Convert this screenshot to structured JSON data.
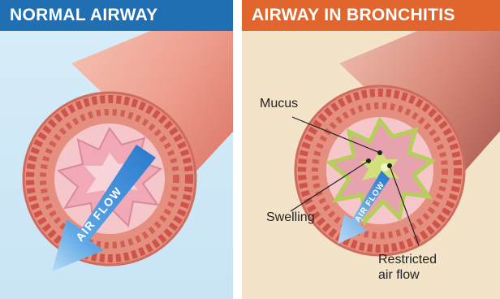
{
  "colors": {
    "left_header": "#1f6fb2",
    "right_header": "#e0662d",
    "left_background": "#cfe7f6",
    "right_background": "#f3e3c8",
    "airway_wall": "#e8968a",
    "muscle": "#c94a3f",
    "lining": "#f3b9c2",
    "mucus": "#b6cf5a",
    "arrow": "#3b8fd9"
  },
  "normal_panel": {
    "title": "NORMAL AIRWAY",
    "arrow_label": "AIR FLOW"
  },
  "bronchitis_panel": {
    "title": "AIRWAY IN BRONCHITIS",
    "arrow_label": "AIR FLOW",
    "label_mucus": "Mucus",
    "label_swelling": "Swelling",
    "label_restricted_line1": "Restricted",
    "label_restricted_line2": "air flow"
  }
}
